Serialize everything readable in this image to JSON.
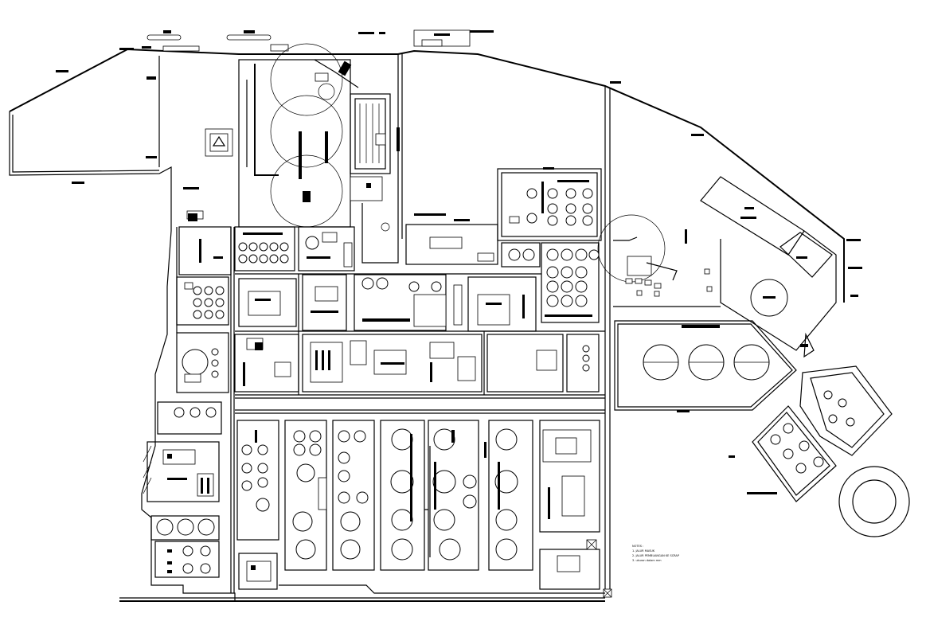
{
  "drawing": {
    "type": "site layout plan (CAD)",
    "line_color": "#000000",
    "background": "#ffffff"
  },
  "notes": {
    "title": "NOTES :",
    "items": [
      "1. JALUR MASUK",
      "2. JALUR PEMBUANGAN KE SCRAP",
      "3. ukuran dalam mm"
    ]
  }
}
